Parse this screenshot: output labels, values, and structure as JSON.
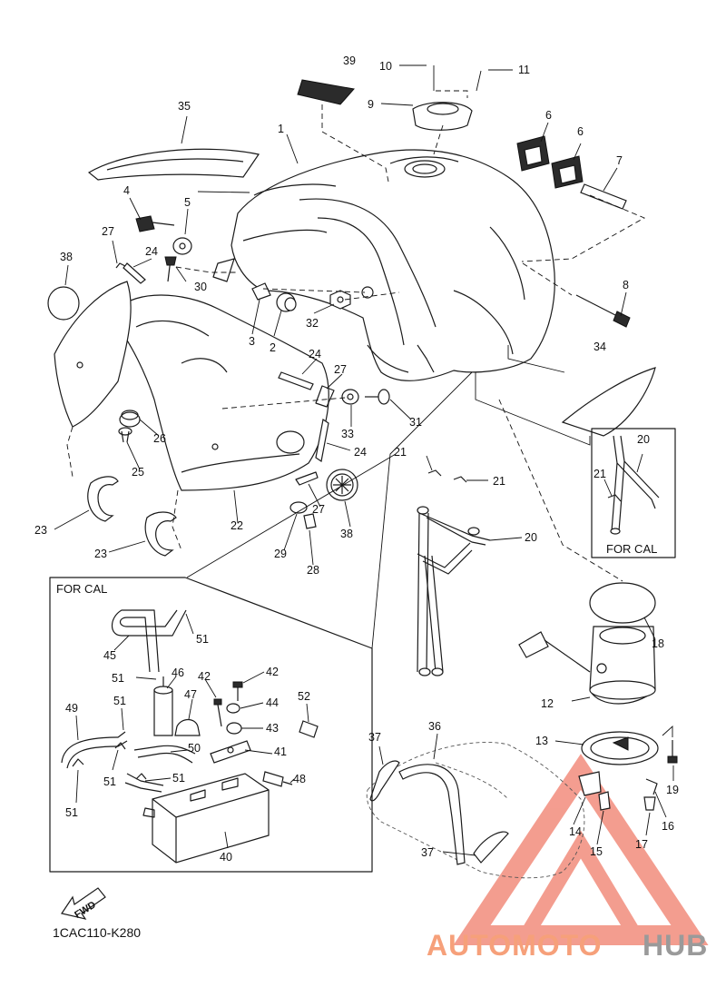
{
  "diagram": {
    "code": "1CAC110-K280",
    "fwd_label": "FWD",
    "for_cal_inset_label": "FOR CAL",
    "for_cal_box_label": "FOR CAL",
    "callouts": [
      "1",
      "2",
      "3",
      "4",
      "5",
      "6",
      "6",
      "7",
      "8",
      "9",
      "10",
      "11",
      "12",
      "13",
      "14",
      "15",
      "16",
      "17",
      "18",
      "19",
      "20",
      "20",
      "21",
      "21",
      "21",
      "22",
      "23",
      "23",
      "24",
      "24",
      "24",
      "25",
      "26",
      "27",
      "27",
      "27",
      "28",
      "29",
      "30",
      "31",
      "32",
      "33",
      "34",
      "35",
      "36",
      "37",
      "37",
      "38",
      "38",
      "39",
      "40",
      "41",
      "42",
      "42",
      "43",
      "44",
      "45",
      "46",
      "47",
      "48",
      "49",
      "50",
      "51",
      "51",
      "51",
      "51",
      "51",
      "51",
      "52"
    ]
  },
  "watermark": {
    "part1": "AUTOMOTO",
    "part2": "HUB",
    "color1": "#f6a07a",
    "color2": "#9a9a9a",
    "triangle_color": "#f28c7c"
  }
}
